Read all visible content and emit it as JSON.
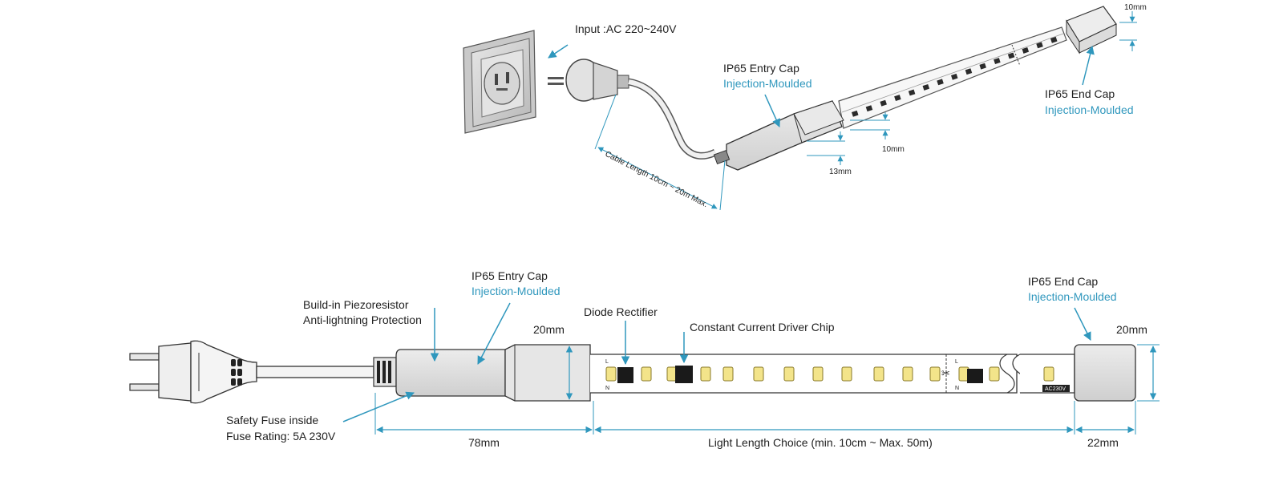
{
  "top_diagram": {
    "input_label": "Input :AC 220~240V",
    "entry_cap_title": "IP65 Entry Cap",
    "entry_cap_sub": "Injection-Moulded",
    "end_cap_title": "IP65 End Cap",
    "end_cap_sub": "Injection-Moulded",
    "cable_length": "Cable Length 10cm ~ 20m Max.",
    "dim_10mm_right": "10mm",
    "dim_10mm_mid": "10mm",
    "dim_13mm": "13mm"
  },
  "bottom_diagram": {
    "entry_cap_title": "IP65 Entry Cap",
    "entry_cap_sub": "Injection-Moulded",
    "piezo_line1": "Build-in Piezoresistor",
    "piezo_line2": "Anti-lightning Protection",
    "diode": "Diode Rectifier",
    "driver_chip": "Constant Current Driver Chip",
    "end_cap_title": "IP65 End Cap",
    "end_cap_sub": "Injection-Moulded",
    "fuse_line1": "Safety Fuse inside",
    "fuse_line2": "Fuse Rating: 5A 230V",
    "height_left": "20mm",
    "height_right": "20mm",
    "len_78": "78mm",
    "len_light": "Light Length Choice (min. 10cm ~ Max. 50m)",
    "len_22": "22mm",
    "pcb_L": "L",
    "pcb_N": "N",
    "pcb_L2": "L",
    "pcb_N2": "N",
    "pcb_voltage": "AC230V"
  },
  "colors": {
    "accent": "#2f97bd",
    "line": "#333333"
  }
}
